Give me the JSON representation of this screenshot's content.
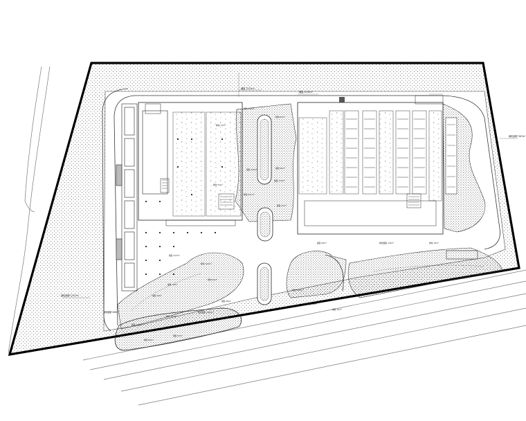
{
  "drawing": {
    "type": "site-plan",
    "description_visible_text": "tiny illegible area annotations (m²) throughout",
    "annotations": [
      "绿化面积 387m²",
      "铺装 7512m²",
      "铺装 1234m²",
      "绿化 134m²",
      "绿化 67m²",
      "绿化 12m²",
      "铺装 456m²",
      "铺装 82m²",
      "绿化 53m²",
      "铺装 234m²",
      "绿化 341m²",
      "铺装 21m²",
      "绿化面积 1207m²",
      "绿化面积 145m²",
      "铺装 213m²",
      "绿化 112m²",
      "铺装 76m²",
      "绿化 56m²",
      "铺装 54m²",
      "铺装 98m²",
      "铺装面积 2341m²",
      "绿化 323m²",
      "铺装 129m²",
      "绿化 99m²",
      "铺装 97m²",
      "绿化 342m²",
      "铺装 48m²",
      "绿化面积 123m²",
      "绿化 78m²",
      "铺装 56m²",
      "铺装 34m²"
    ]
  }
}
